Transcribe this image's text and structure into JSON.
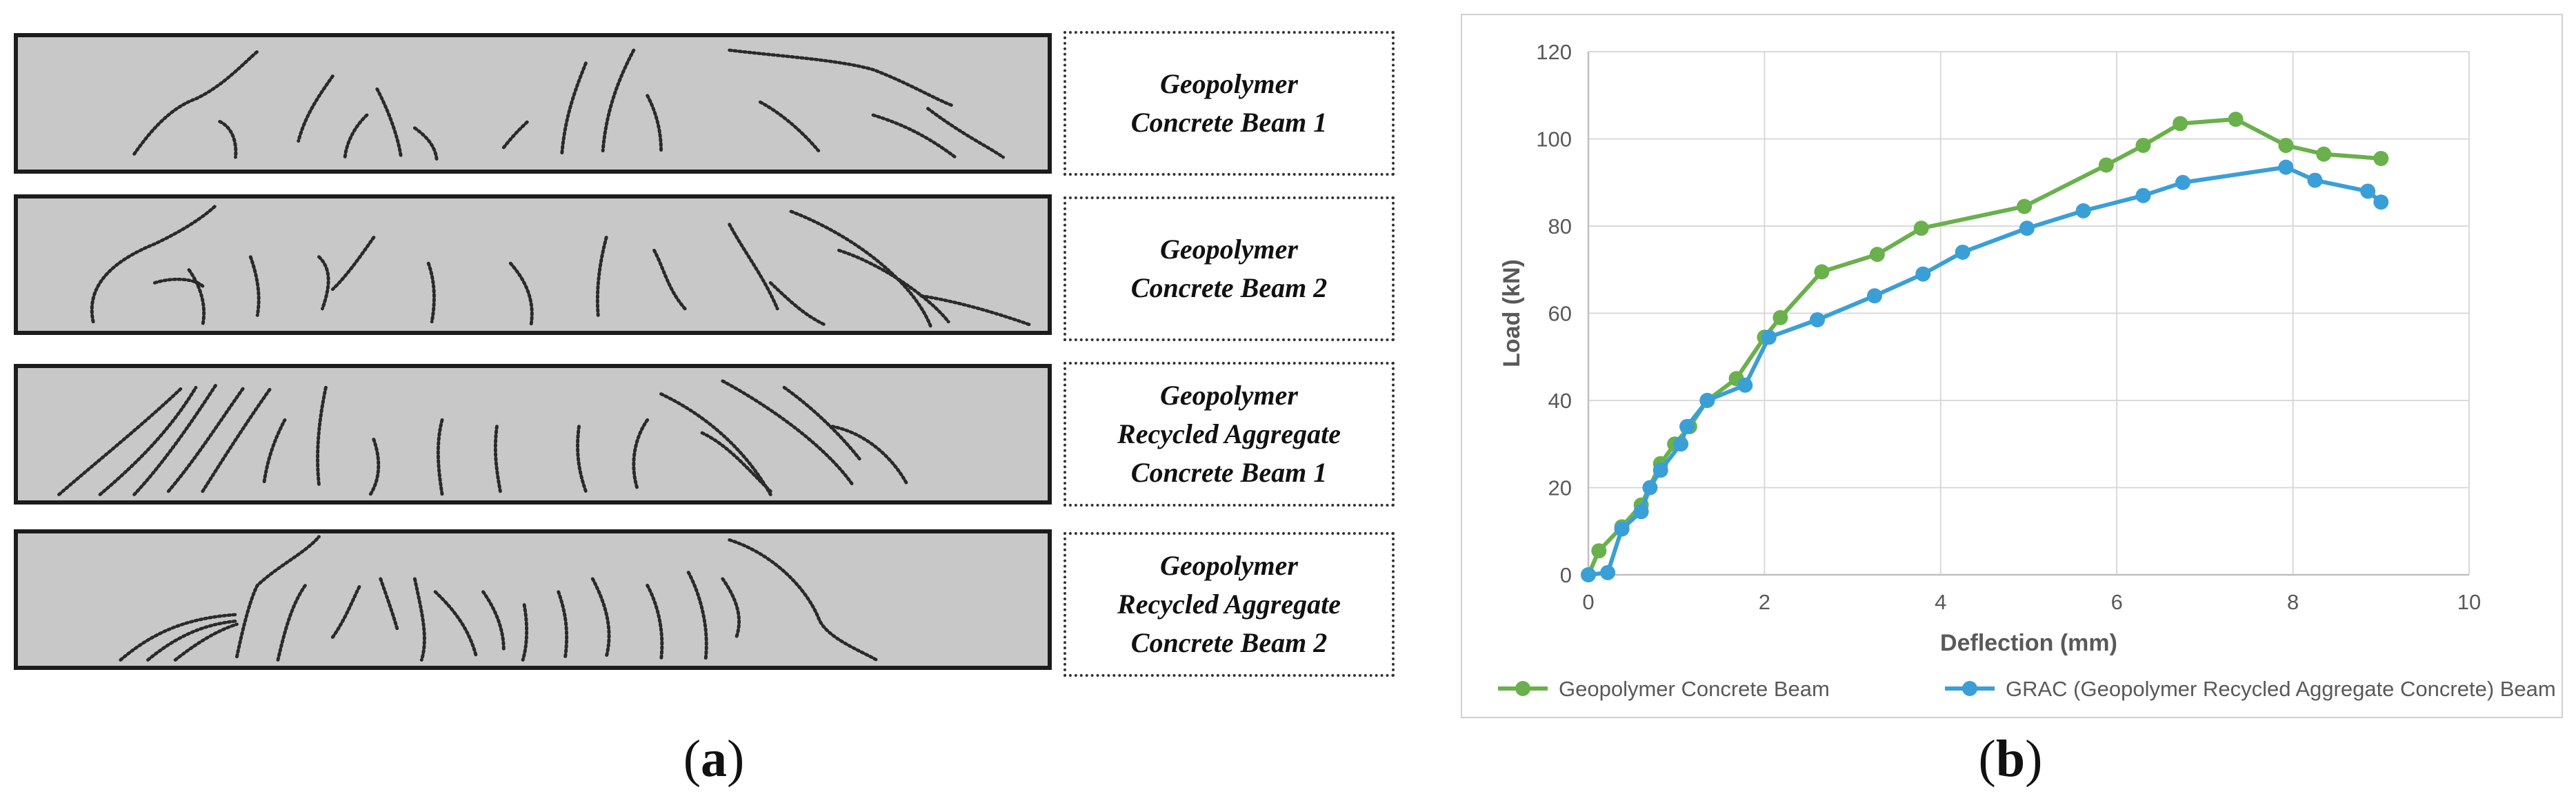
{
  "panel_a": {
    "beams": [
      {
        "label_lines": [
          "Geopolymer",
          "Concrete Beam 1"
        ]
      },
      {
        "label_lines": [
          "Geopolymer",
          "Concrete Beam 2"
        ]
      },
      {
        "label_lines": [
          "Geopolymer",
          "Recycled Aggregate",
          "Concrete Beam 1"
        ]
      },
      {
        "label_lines": [
          "Geopolymer",
          "Recycled Aggregate",
          "Concrete Beam 2"
        ]
      }
    ],
    "caption": "a"
  },
  "panel_b": {
    "caption": "b"
  },
  "colors": {
    "series1": "#6ab04c",
    "series2": "#3a9fd6",
    "grid": "#d9d9d9",
    "axis": "#bfbfbf"
  },
  "chart_data": {
    "type": "line",
    "title": "",
    "xlabel": "Deflection (mm)",
    "ylabel": "Load (kN)",
    "xlim": [
      0,
      10
    ],
    "ylim": [
      0,
      120
    ],
    "xticks": [
      0,
      2,
      4,
      6,
      8,
      10
    ],
    "yticks": [
      0,
      20,
      40,
      60,
      80,
      100,
      120
    ],
    "grid": true,
    "legend_position": "bottom",
    "series": [
      {
        "name": "Geopolymer Concrete Beam",
        "x": [
          0,
          0.12,
          0.38,
          0.6,
          0.82,
          0.98,
          1.15,
          1.35,
          1.68,
          2.0,
          2.18,
          2.65,
          3.28,
          3.78,
          4.95,
          5.88,
          6.3,
          6.72,
          7.35,
          7.92,
          8.35,
          9.0
        ],
        "y": [
          0,
          5.5,
          11,
          16,
          25.5,
          30,
          34,
          40,
          45,
          54.5,
          59,
          69.5,
          73.5,
          79.5,
          84.5,
          94,
          98.5,
          103.5,
          104.5,
          98.5,
          96.5,
          95.5
        ]
      },
      {
        "name": "GRAC (Geopolymer Recycled Aggregate Concrete) Beam",
        "x": [
          0,
          0.22,
          0.38,
          0.6,
          0.7,
          0.82,
          1.05,
          1.12,
          1.35,
          1.78,
          2.05,
          2.6,
          3.25,
          3.8,
          4.25,
          4.98,
          5.62,
          6.3,
          6.75,
          7.92,
          8.25,
          8.85,
          9.0
        ],
        "y": [
          0,
          0.5,
          10.5,
          14.5,
          20,
          24,
          30,
          34,
          40,
          43.5,
          54.5,
          58.5,
          64,
          69,
          74,
          79.5,
          83.5,
          87,
          90,
          93.5,
          90.5,
          88,
          85.5
        ]
      }
    ]
  }
}
